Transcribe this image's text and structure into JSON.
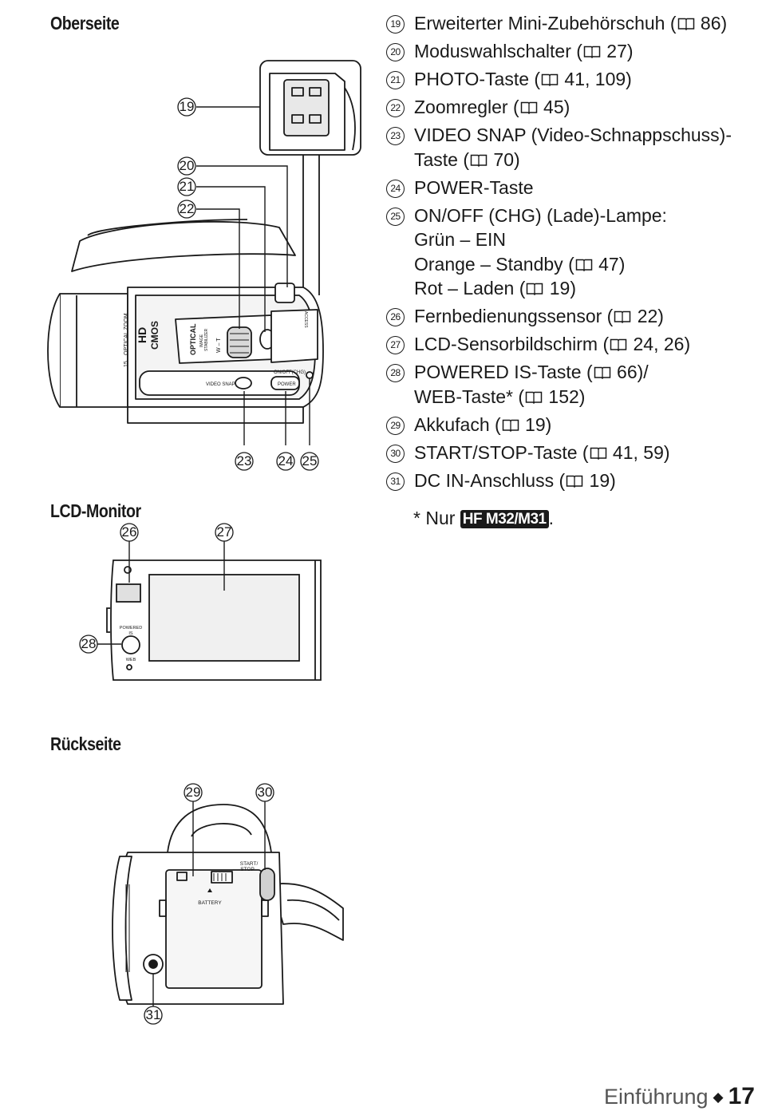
{
  "sections": {
    "top": "Oberseite",
    "lcd": "LCD-Monitor",
    "back": "Rückseite"
  },
  "legend": [
    {
      "num": "19",
      "lines": [
        "Erweiterter Mini-Zubehörschuh (|| 86)"
      ]
    },
    {
      "num": "20",
      "lines": [
        "Moduswahlschalter (|| 27)"
      ]
    },
    {
      "num": "21",
      "lines": [
        "PHOTO-Taste (|| 41, 109)"
      ]
    },
    {
      "num": "22",
      "lines": [
        "Zoomregler (|| 45)"
      ]
    },
    {
      "num": "23",
      "lines": [
        "VIDEO SNAP (Video-Schnappschuss)-",
        "Taste (|| 70)"
      ]
    },
    {
      "num": "24",
      "lines": [
        "POWER-Taste"
      ]
    },
    {
      "num": "25",
      "lines": [
        "ON/OFF (CHG) (Lade)-Lampe:",
        "Grün – EIN",
        "Orange – Standby (|| 47)",
        "Rot – Laden (|| 19)"
      ]
    },
    {
      "num": "26",
      "lines": [
        "Fernbedienungssensor (|| 22)"
      ]
    },
    {
      "num": "27",
      "lines": [
        "LCD-Sensorbildschirm (|| 24, 26)"
      ]
    },
    {
      "num": "28",
      "lines": [
        "POWERED IS-Taste (|| 66)/",
        "WEB-Taste* (|| 152)"
      ]
    },
    {
      "num": "29",
      "lines": [
        "Akkufach (|| 19)"
      ]
    },
    {
      "num": "30",
      "lines": [
        "START/STOP-Taste (|| 41, 59)"
      ]
    },
    {
      "num": "31",
      "lines": [
        "DC IN-Anschluss (|| 19)"
      ]
    }
  ],
  "footnote": {
    "prefix": "* Nur ",
    "model": "HF M32/M31",
    "suffix": "."
  },
  "footer": {
    "chapter": "Einführung",
    "page": "17"
  },
  "figure_labels": {
    "top_camera": {
      "callouts": [
        "19",
        "20",
        "21",
        "22",
        "23",
        "24",
        "25"
      ],
      "print": [
        "15",
        "OPTICAL ZOOM",
        "HD",
        "CMOS",
        "OPTICAL",
        "IMAGE",
        "STABILIZER",
        "W – T",
        "VIDEO SNAP",
        "ON/OFF(CHG)",
        "POWER",
        "ACCESS"
      ]
    },
    "lcd": {
      "callouts": [
        "26",
        "27",
        "28"
      ],
      "print": [
        "POWERED",
        "IS",
        "WEB"
      ]
    },
    "back_camera": {
      "callouts": [
        "29",
        "30",
        "31"
      ],
      "print": [
        "START/",
        "STOP",
        "BATTERY"
      ]
    }
  },
  "colors": {
    "text": "#1a1a1a",
    "footer_gray": "#555555"
  }
}
